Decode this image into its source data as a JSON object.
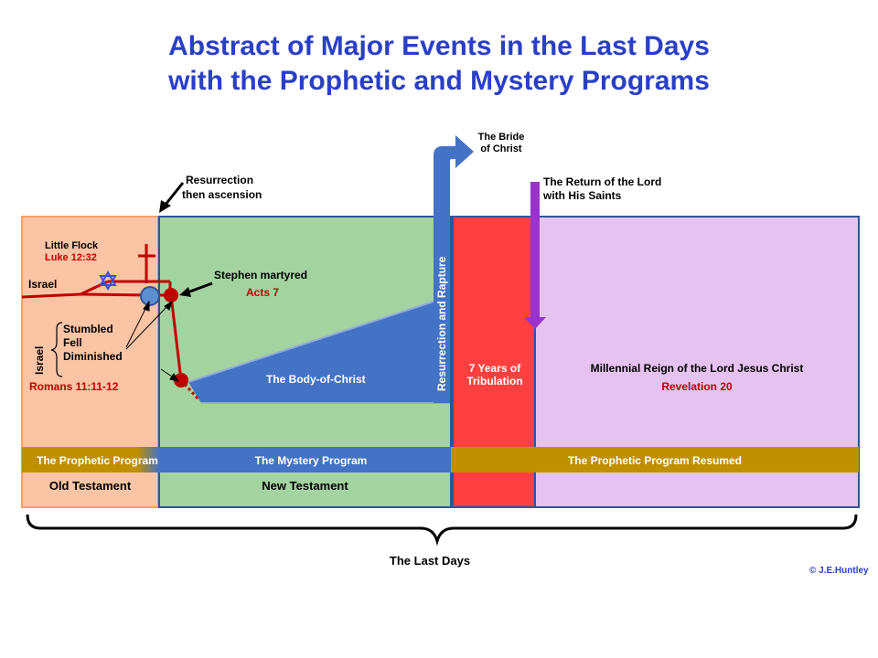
{
  "title": {
    "line1": "Abstract of Major Events in the Last Days",
    "line2": "with the Prophetic and Mystery Programs"
  },
  "colors": {
    "title": "#2a3fc7",
    "old_testament": "#fbc4a4",
    "new_testament": "#a3d3a0",
    "tribulation": "#ff4040",
    "millennium": "#e6c2f0",
    "body_of_christ": "#4472c4",
    "prophetic_band": "#bf9000",
    "mystery_band": "#4472c4",
    "israel_line": "#c00000",
    "return_arrow": "#9933cc",
    "reference_text": "#c00000"
  },
  "labels": {
    "resurrection_ascension": [
      "Resurrection",
      "then ascension"
    ],
    "little_flock": "Little Flock",
    "luke_ref": "Luke 12:32",
    "israel": "Israel",
    "stephen": "Stephen martyred",
    "acts_ref": "Acts 7",
    "stumbled": "Stumbled",
    "fell": "Fell",
    "diminished": "Diminished",
    "israel_vertical": "Israel",
    "romans_ref": "Romans 11:11-12",
    "body_of_christ": "The Body-of-Christ",
    "resurrection_rapture": "Resurrection and Rapture",
    "bride": [
      "The Bride",
      "of Christ"
    ],
    "return_of_lord": [
      "The Return of the Lord",
      "with His  Saints"
    ],
    "tribulation": [
      "7 Years of",
      "Tribulation"
    ],
    "millennial": "Millennial Reign of the Lord Jesus Christ",
    "revelation_ref": "Revelation 20",
    "old_testament": "Old Testament",
    "new_testament": "New Testament",
    "last_days": "The Last Days",
    "copyright": "© J.E.Huntley"
  },
  "programs": {
    "prophetic": "The Prophetic Program",
    "mystery": "The Mystery Program",
    "resumed": "The Prophetic Program Resumed"
  },
  "icons": [
    "star-of-david-icon",
    "cross-icon"
  ]
}
